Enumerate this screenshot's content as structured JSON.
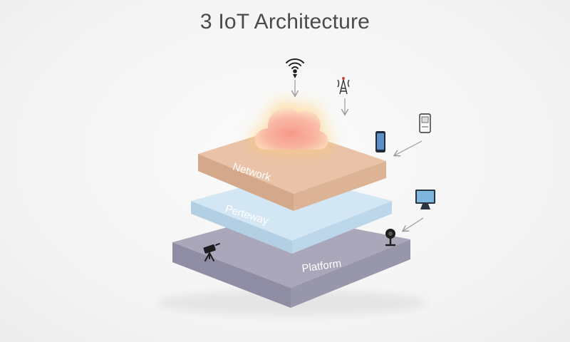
{
  "title": "3 IoT Architecture",
  "layers": [
    {
      "label": "Platform",
      "top": "#a9a7b9",
      "side": "#9896ab",
      "front": "#8f8da3"
    },
    {
      "label": "Perteway",
      "top": "#d3e6f3",
      "side": "#bcd6ea",
      "front": "#b3cfe4"
    },
    {
      "label": "Network",
      "top": "#e9c2a8",
      "side": "#ddb396",
      "front": "#d4a98b"
    }
  ],
  "icons": [
    "wifi-beacon-icon",
    "cell-tower-icon",
    "smartphone-icon",
    "thermostat-icon",
    "monitor-icon",
    "webcam-icon",
    "cctv-camera-icon",
    "cloud-icon"
  ],
  "colors": {
    "cloud_core": "#f7a49a",
    "cloud_glow": "#ffd27a",
    "arrow": "#9a9a9a",
    "title": "#4a4a4a"
  }
}
